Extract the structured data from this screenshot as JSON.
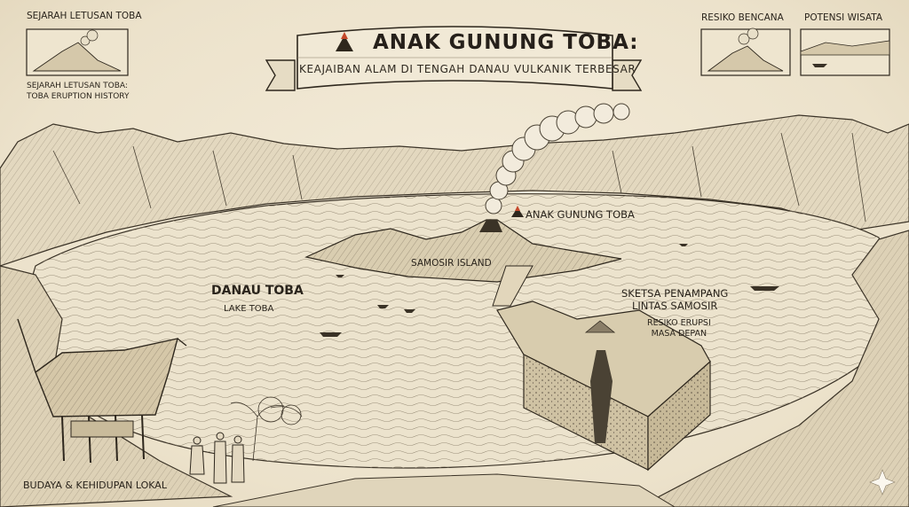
{
  "banner": {
    "title": "ANAK GUNUNG TOBA:",
    "subtitle": "KEAJAIBAN ALAM DI TENGAH DANAU VULKANIK TERBESAR",
    "icon": "volcano-icon"
  },
  "panels": {
    "history": {
      "title": "SEJARAH LETUSAN TOBA",
      "caption_line1": "SEJARAH LETUSAN TOBA:",
      "caption_line2": "TOBA ERUPTION HISTORY"
    },
    "risk": {
      "title": "RESIKO BENCANA"
    },
    "tourism": {
      "title": "POTENSI WISATA"
    }
  },
  "labels": {
    "lake": "DANAU TOBA",
    "lake_en": "LAKE TOBA",
    "island": "SAMOSIR ISLAND",
    "volcano": "ANAK GUNUNG TOBA",
    "cross_section_line1": "SKETSA PENAMPANG",
    "cross_section_line2": "LINTAS SAMOSIR",
    "risk_line1": "RESIKO ERUPSI",
    "risk_line2": "MASA DEPAN",
    "culture": "BUDAYA & KEHIDUPAN LOKAL"
  },
  "colors": {
    "ink": "#2a241c",
    "paper": "#efe6d2",
    "volcano_accent": "#c4472a"
  }
}
